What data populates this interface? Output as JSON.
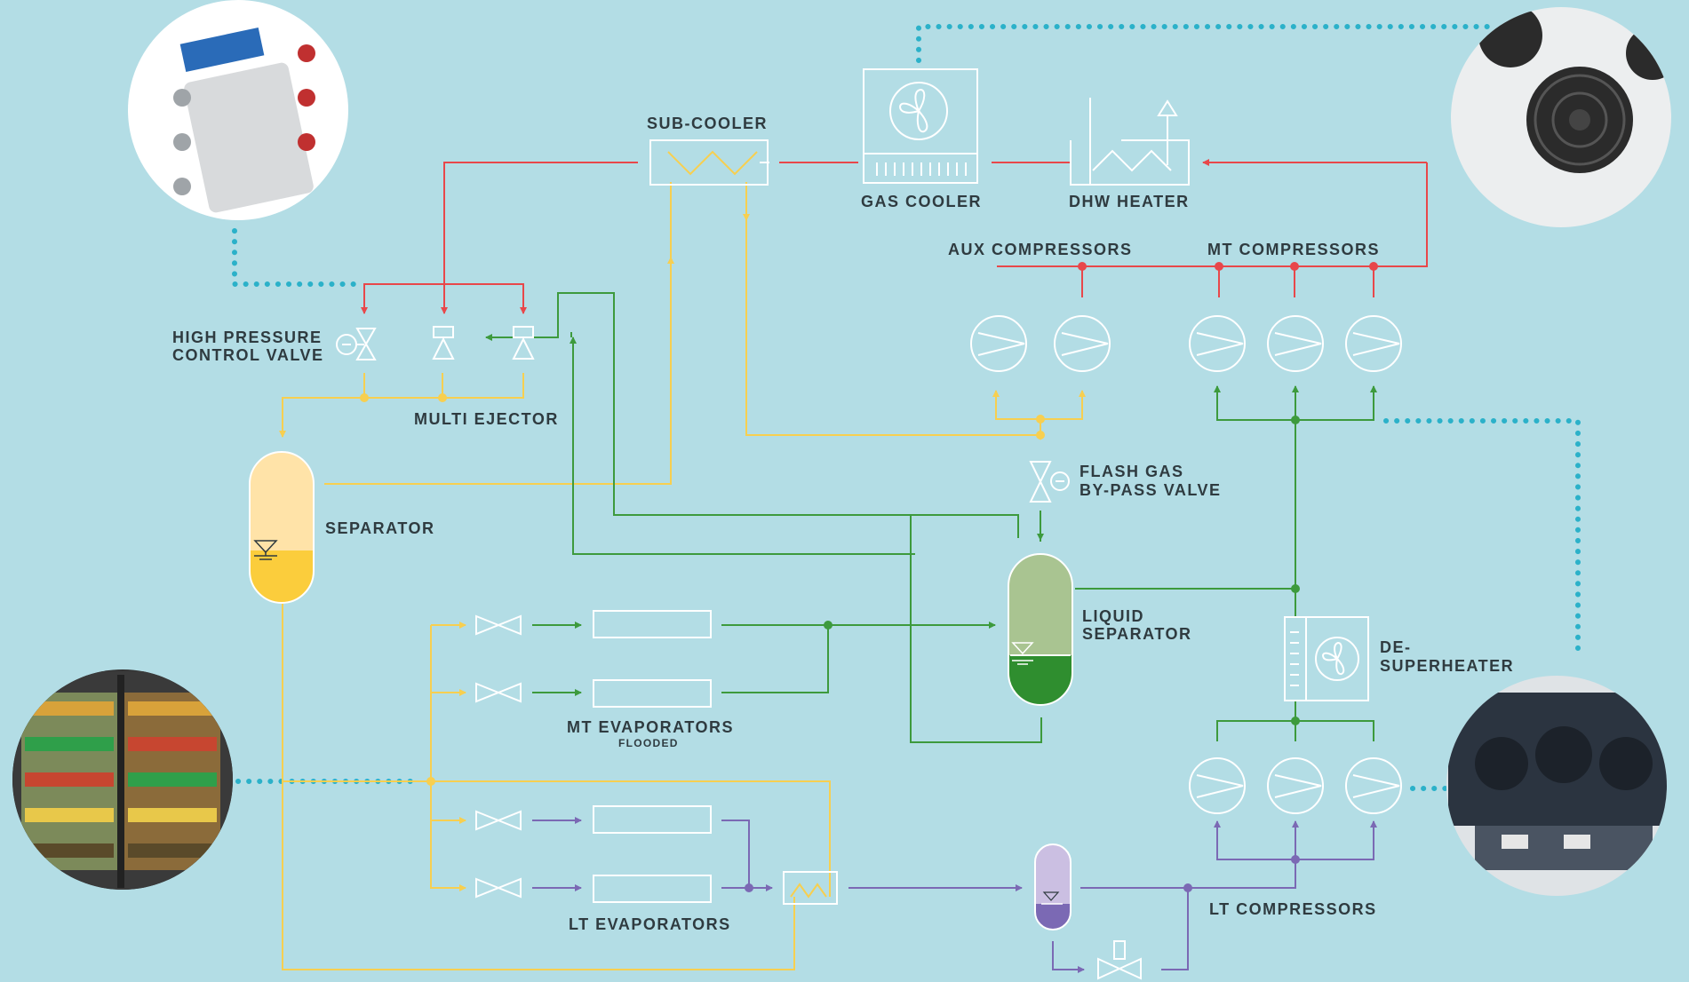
{
  "labels": {
    "sub_cooler": "SUB-COOLER",
    "gas_cooler": "GAS COOLER",
    "dhw_heater": "DHW HEATER",
    "aux_compressors": "AUX COMPRESSORS",
    "mt_compressors": "MT COMPRESSORS",
    "hp_valve_line1": "HIGH PRESSURE",
    "hp_valve_line2": "CONTROL VALVE",
    "multi_ejector": "MULTI EJECTOR",
    "separator": "SEPARATOR",
    "flash_gas_line1": "FLASH GAS",
    "flash_gas_line2": "BY-PASS VALVE",
    "liquid_sep_line1": "LIQUID",
    "liquid_sep_line2": "SEPARATOR",
    "mt_evaporators": "MT EVAPORATORS",
    "flooded": "FLOODED",
    "desuperheater_line1": "DE-",
    "desuperheater_line2": "SUPERHEATER",
    "lt_evaporators": "LT EVAPORATORS",
    "lt_compressors": "LT COMPRESSORS"
  },
  "photos": [
    {
      "subject": "valve-block-photo"
    },
    {
      "subject": "gas-cooler-fans-photo"
    },
    {
      "subject": "display-fridge-photo"
    },
    {
      "subject": "compressor-rack-photo"
    }
  ],
  "colors": {
    "background": "#b3dde5",
    "high_pressure": "#e8474a",
    "liquid": "#f7cf50",
    "medium_temp": "#3d9a3d",
    "low_temp": "#7b69b4",
    "connector": "#2bb1c9",
    "outline": "#ffffff"
  }
}
